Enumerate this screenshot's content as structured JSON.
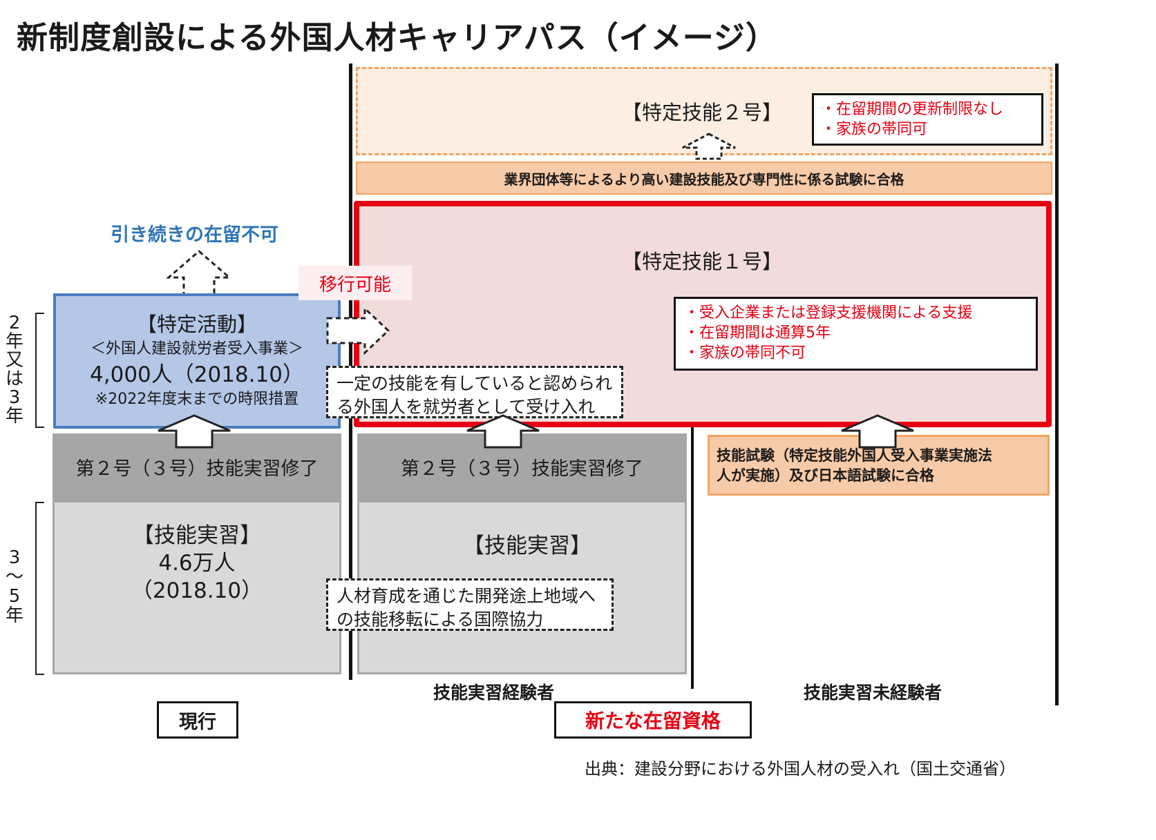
{
  "title": "新制度創設による外国人材キャリアパス（イメージ）",
  "left_panel": {
    "no_continue_label": "引き続きの在留不可",
    "transfer_label": "移行可能",
    "tokutei_katsudo": {
      "heading": "【特定活動】",
      "program": "＜外国人建設就労者受入事業＞",
      "count": "4,000人（2018.10）",
      "note": "※2022年度末までの時限措置"
    },
    "completion": "第２号（３号）技能実習修了",
    "jisshu": {
      "heading": "【技能実習】",
      "count": "4.6万人",
      "date": "（2018.10）"
    },
    "period_upper": [
      "2",
      "年",
      "又",
      "は",
      "3",
      "年"
    ],
    "period_lower": [
      "3",
      "～",
      "5",
      "年"
    ],
    "current_label": "現行"
  },
  "right_panel": {
    "tokutei2": {
      "heading": "【特定技能２号】",
      "features": [
        "・在留期間の更新制限なし",
        "・家族の帯同可"
      ]
    },
    "exam_high": "業界団体等によるより高い建設技能及び専門性に係る試験に合格",
    "tokutei1": {
      "heading": "【特定技能１号】",
      "features": [
        "・受入企業または登録支援機関による支援",
        "・在留期間は通算5年",
        "・家族の帯同不可"
      ]
    },
    "accept_note": [
      "一定の技能を有していると認められ",
      "る外国人を就労者として受け入れ"
    ],
    "completion": "第２号（３号）技能実習修了",
    "jisshu_heading": "【技能実習】",
    "dev_note": [
      "人材育成を通じた開発途上地域へ",
      "の技能移転による国際協力"
    ],
    "skill_exam": [
      "技能試験（特定技能外国人受入事業実施法",
      "人が実施）及び日本語試験に合格"
    ],
    "experienced_label": "技能実習経験者",
    "inexperienced_label": "技能実習未経験者",
    "new_status_label": "新たな在留資格"
  },
  "source": "出典：建設分野における外国人材の受入れ（国土交通省）",
  "colors": {
    "blue_box": "#b4c7e7",
    "blue_border": "#4a7dbf",
    "dark_gray": "#a6a6a6",
    "light_gray": "#d9d9d9",
    "orange_fill": "#f8cba8",
    "orange_border": "#f4a460",
    "pink_fill": "#f2dcdb",
    "red": "#e60012",
    "pale_orange": "#fdeee3",
    "blue_text": "#2e75b6"
  }
}
